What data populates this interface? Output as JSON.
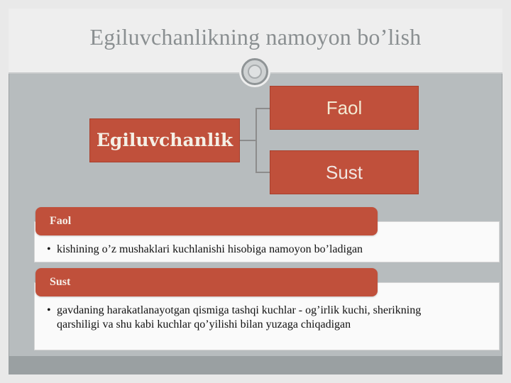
{
  "slide": {
    "title": "Egiluvchanlikning namoyon bo’lish"
  },
  "diagram": {
    "root": "Egiluvchanlik",
    "children": [
      "Faol",
      "Sust"
    ]
  },
  "details": [
    {
      "label": "Faol",
      "bullet": "•",
      "text": "kishining o’z mushaklari kuchlanishi hisobiga namoyon bo’ladigan"
    },
    {
      "label": "Sust",
      "bullet": "•",
      "text": "gavdaning harakatlanayotgan qismiga tashqi kuchlar - og’irlik kuchi, sherikning qarshiligi va shu kabi kuchlar qo’yilishi bilan yuzaga chiqadigan"
    }
  ],
  "colors": {
    "accent": "#c0503b",
    "background": "#b7bcbe",
    "title_band": "#eeeeee"
  }
}
